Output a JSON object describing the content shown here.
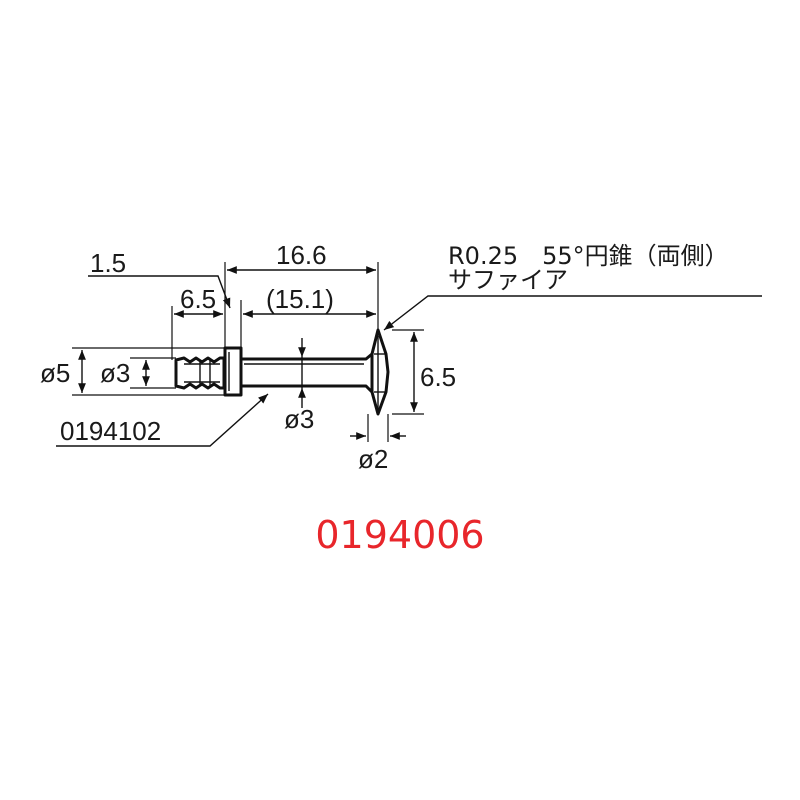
{
  "drawing": {
    "dimensions": {
      "flange_thickness": "1.5",
      "overall_length": "16.6",
      "short_length": "6.5",
      "shaft_length": "(15.1)",
      "flange_diameter": "ø5",
      "pin_diameter": "ø3",
      "shaft_diameter": "ø3",
      "tip_height": "6.5",
      "tip_diameter": "ø2"
    },
    "notes": {
      "tip_spec": "R0.25　55°円錐（両側）",
      "material": "サファイア",
      "base_part_number": "0194102"
    }
  },
  "part_number": "0194006",
  "colors": {
    "line": "#111111",
    "part_number": "#e8262b"
  }
}
